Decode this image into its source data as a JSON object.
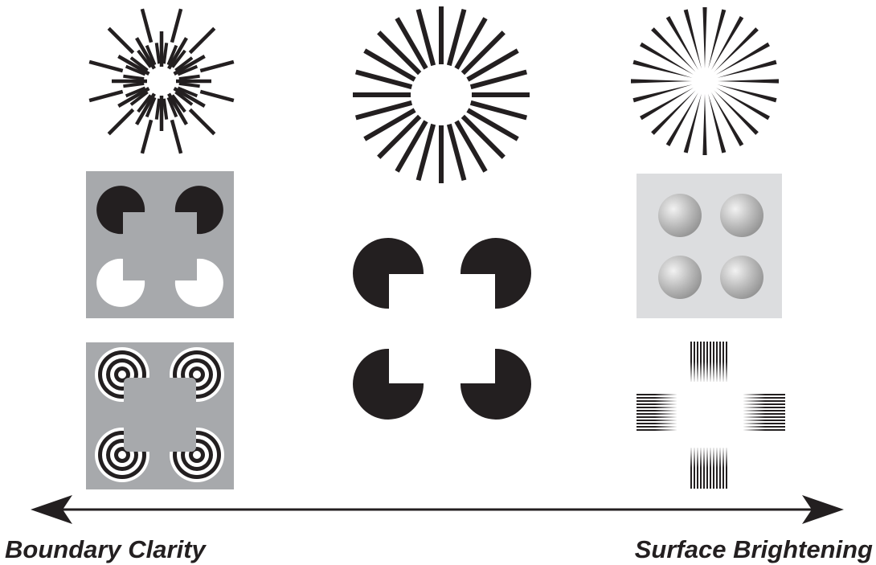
{
  "axis": {
    "left_label": "Boundary Clarity",
    "right_label": "Surface Brightening"
  },
  "figures": [
    {
      "id": "sunburst-interleaved",
      "kind": "radial-lines",
      "column": "left",
      "row": 1
    },
    {
      "id": "sunburst-thick",
      "kind": "radial-lines",
      "column": "middle",
      "row": 1
    },
    {
      "id": "sunburst-tapered",
      "kind": "radial-lines",
      "column": "right",
      "row": 1
    },
    {
      "id": "kanizsa-mixed-contrast",
      "kind": "pacman-square",
      "column": "left",
      "row": 2,
      "background": "gray"
    },
    {
      "id": "kanizsa-black",
      "kind": "pacman-square",
      "column": "middle",
      "row": 2,
      "background": "white"
    },
    {
      "id": "kanizsa-gradient",
      "kind": "gradient-discs",
      "column": "right",
      "row": 2,
      "background": "light-gray"
    },
    {
      "id": "concentric-ring-square",
      "kind": "ring-inducers",
      "column": "left",
      "row": 3,
      "background": "gray"
    },
    {
      "id": "line-end-cross",
      "kind": "line-gratings",
      "column": "right",
      "row": 3
    }
  ],
  "colors": {
    "ink": "#231f20",
    "gray_panel": "#a7a9ac",
    "light_panel": "#dcdddf",
    "white": "#ffffff"
  }
}
